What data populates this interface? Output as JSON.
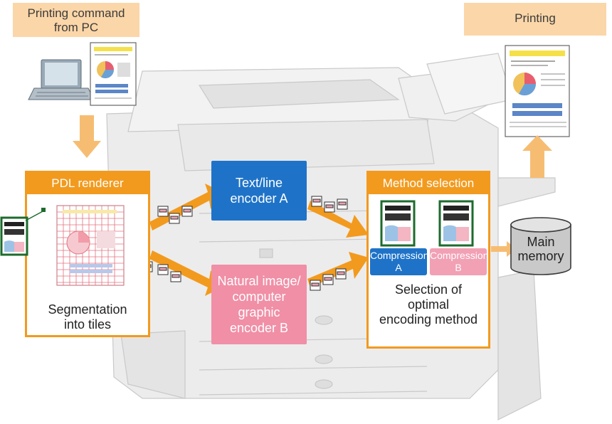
{
  "callouts": {
    "printing_command": "Printing command\nfrom PC",
    "printing": "Printing"
  },
  "pdl_renderer": {
    "header": "PDL renderer",
    "caption": "Segmentation\ninto tiles"
  },
  "encoders": {
    "text_line": "Text/line\nencoder A",
    "natural_image": "Natural image/\ncomputer\ngraphic\nencoder B"
  },
  "method_selection": {
    "header": "Method selection",
    "compression_a": "Compression\nA",
    "compression_b": "Compression\nB",
    "caption": "Selection of\noptimal\nencoding method"
  },
  "memory": {
    "label": "Main\nmemory"
  },
  "colors": {
    "accent_orange": "#f29a1e",
    "callout_fill": "#fbd6a8",
    "encoder_a_blue": "#1e73c8",
    "encoder_b_pink": "#f08fa6",
    "compression_b_pink": "#f2a0b4",
    "machine_gray": "#e6e6e6"
  }
}
